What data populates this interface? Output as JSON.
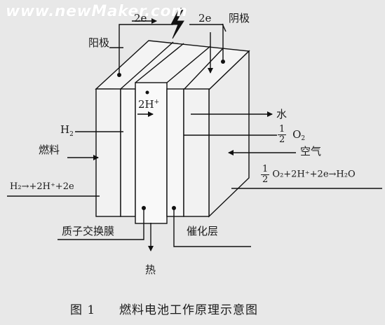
{
  "watermark": "www.newMaker.com",
  "labels": {
    "anode": "阳极",
    "cathode": "阴极",
    "electron_left": "2e",
    "electron_right": "2e",
    "proton": "2H",
    "proton_sup": "+",
    "h2": "H",
    "h2_sub": "2",
    "fuel": "燃料",
    "water": "水",
    "o2_half_num": "1",
    "o2_half_den": "2",
    "o2": "O",
    "o2_sub": "2",
    "air": "空气",
    "membrane": "质子交换膜",
    "catalyst": "催化层",
    "heat": "热"
  },
  "equations": {
    "anode_reaction": "H₂→+2H⁺+2e",
    "cathode_frac_num": "1",
    "cathode_frac_den": "2",
    "cathode_rest": "O₂+2H⁺+2e→H₂O"
  },
  "caption": {
    "figure_no": "图 1",
    "title": "燃料电池工作原理示意图"
  }
}
